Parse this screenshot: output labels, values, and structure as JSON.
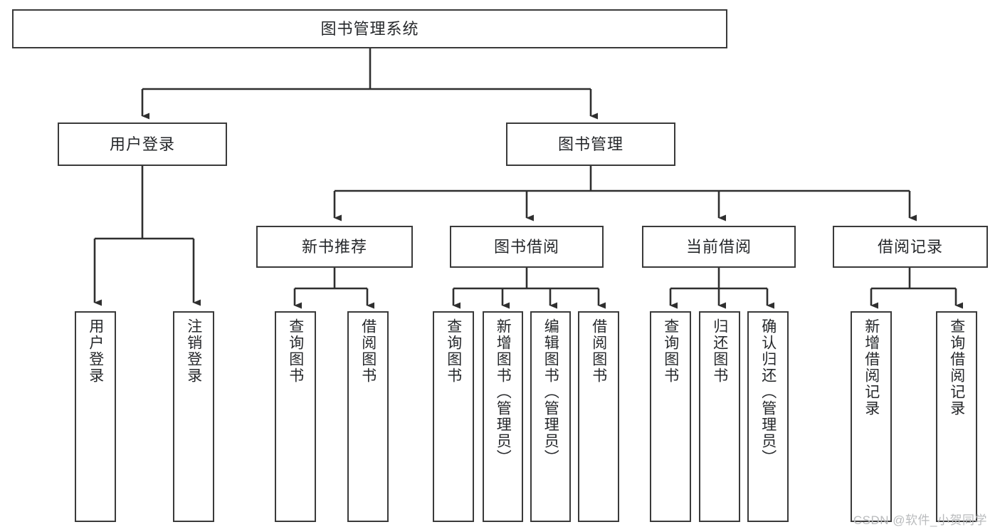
{
  "diagram": {
    "title": "图书管理系统",
    "type": "hierarchy-tree",
    "orientation": "top-down",
    "colors": {
      "box_border": "#3a3a3a",
      "box_fill": "#ffffff",
      "connector": "#2f2f2f",
      "text": "#26282b",
      "watermark": "#b9bbbd",
      "background": "#ffffff"
    },
    "watermark": "CSDN @软件_小贺同学"
  },
  "nodes": {
    "root": {
      "label": "图书管理系统",
      "level": 0
    },
    "level1": [
      {
        "id": "user-login",
        "label": "用户登录"
      },
      {
        "id": "book-management",
        "label": "图书管理"
      }
    ],
    "level2": [
      {
        "id": "new-book-recommend",
        "label": "新书推荐",
        "parent": "book-management"
      },
      {
        "id": "book-borrow",
        "label": "图书借阅",
        "parent": "book-management"
      },
      {
        "id": "current-borrow",
        "label": "当前借阅",
        "parent": "book-management"
      },
      {
        "id": "borrow-record",
        "label": "借阅记录",
        "parent": "book-management"
      }
    ],
    "leaves": {
      "user-login": [
        {
          "id": "leaf-user-login",
          "label": "用户登录"
        },
        {
          "id": "leaf-user-logout",
          "label": "注销登录"
        }
      ],
      "new-book-recommend": [
        {
          "id": "leaf-query-book-1",
          "label": "查询图书"
        },
        {
          "id": "leaf-borrow-book-1",
          "label": "借阅图书"
        }
      ],
      "book-borrow": [
        {
          "id": "leaf-query-book-2",
          "label": "查询图书"
        },
        {
          "id": "leaf-add-book",
          "label": "新增图书（管理员）"
        },
        {
          "id": "leaf-edit-book",
          "label": "编辑图书（管理员）"
        },
        {
          "id": "leaf-borrow-book-2",
          "label": "借阅图书"
        }
      ],
      "current-borrow": [
        {
          "id": "leaf-query-book-3",
          "label": "查询图书"
        },
        {
          "id": "leaf-return-book",
          "label": "归还图书"
        },
        {
          "id": "leaf-confirm-return",
          "label": "确认归还（管理员）"
        }
      ],
      "borrow-record": [
        {
          "id": "leaf-add-record",
          "label": "新增借阅记录"
        },
        {
          "id": "leaf-query-record",
          "label": "查询借阅记录"
        }
      ]
    }
  }
}
